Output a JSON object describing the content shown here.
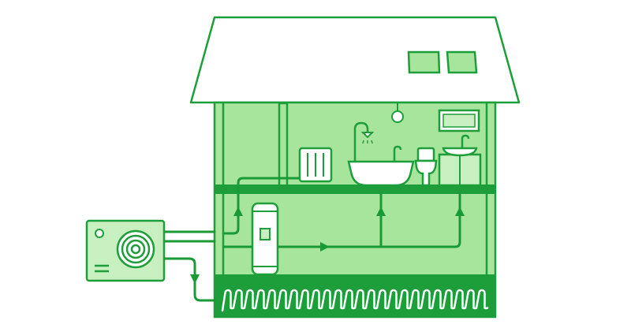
{
  "diagram": {
    "colors": {
      "stroke": "#1e9e3a",
      "pipe": "#1a9a36",
      "wall_fill": "#a7e59d",
      "panel_fill": "#c7efbf",
      "roof_fill": "#ffffff",
      "floor_fill": "#1e9e3a",
      "white": "#ffffff"
    },
    "components": [
      {
        "name": "heat-pump-unit",
        "icon": "air-source-heat-pump"
      },
      {
        "name": "hot-water-cylinder",
        "icon": "cylinder"
      },
      {
        "name": "radiator",
        "icon": "radiator"
      },
      {
        "name": "bathtub",
        "icon": "bath"
      },
      {
        "name": "shower-head",
        "icon": "shower"
      },
      {
        "name": "toilet",
        "icon": "toilet"
      },
      {
        "name": "sink-vanity",
        "icon": "sink"
      },
      {
        "name": "mirror",
        "icon": "mirror"
      },
      {
        "name": "ceiling-light",
        "icon": "lamp"
      },
      {
        "name": "roof-windows",
        "icon": "skylight"
      },
      {
        "name": "underfloor-heating",
        "icon": "underfloor-loop"
      }
    ],
    "flow_arrows": [
      {
        "name": "arrow-up-radiator",
        "direction": "up"
      },
      {
        "name": "arrow-up-bathroom",
        "direction": "up"
      },
      {
        "name": "arrow-up-sink",
        "direction": "up"
      },
      {
        "name": "arrow-right-ground-floor",
        "direction": "right"
      },
      {
        "name": "arrow-down-underfloor",
        "direction": "down"
      }
    ]
  }
}
